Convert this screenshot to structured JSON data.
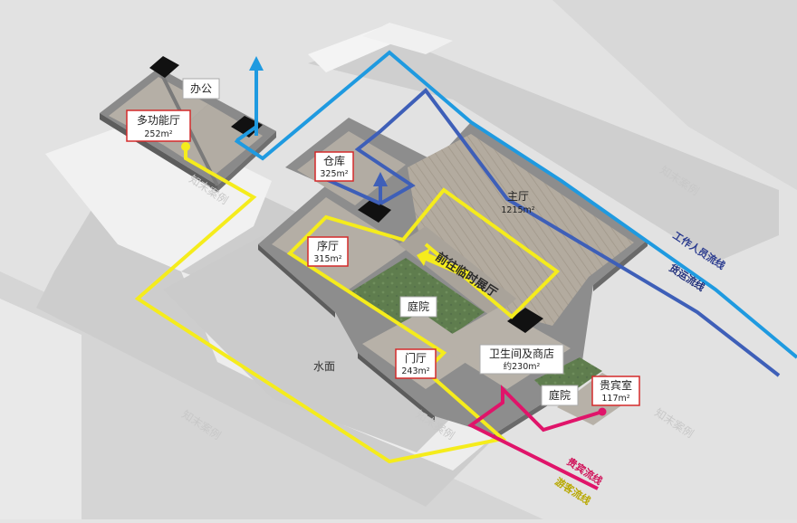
{
  "rooms": {
    "multi_hall": {
      "name": "多功能厅",
      "area": "252m²"
    },
    "office": {
      "name": "办公"
    },
    "warehouse": {
      "name": "仓库",
      "area": "325m²"
    },
    "main_hall": {
      "name": "主厅",
      "area": "1215m²"
    },
    "prelude_hall": {
      "name": "序厅",
      "area": "315m²"
    },
    "courtyard_1": {
      "name": "庭院"
    },
    "water": {
      "name": "水面"
    },
    "lobby": {
      "name": "门厅",
      "area": "243m²"
    },
    "toilet_shop": {
      "name": "卫生间及商店",
      "area": "约230m²"
    },
    "courtyard_2": {
      "name": "庭院"
    },
    "vip_room": {
      "name": "贵宾室",
      "area": "117m²"
    }
  },
  "arrow_text": "前往临时展厅",
  "flows": {
    "staff": "工作人员流线",
    "freight": "货运流线",
    "vip": "贵宾流线",
    "visitor": "游客流线"
  },
  "watermark": "知末案例",
  "colors": {
    "visitor": "#f5ec1c",
    "staff": "#1f9ae0",
    "freight": "#3e5fb8",
    "vip": "#e0146a",
    "label_border": "#d42a2a",
    "wall": "#8c8c8c",
    "wall_dark": "#5a5a5a",
    "floor": "#b8b2aa",
    "wood": "#b0a89e",
    "courtyard": "#627f52"
  }
}
